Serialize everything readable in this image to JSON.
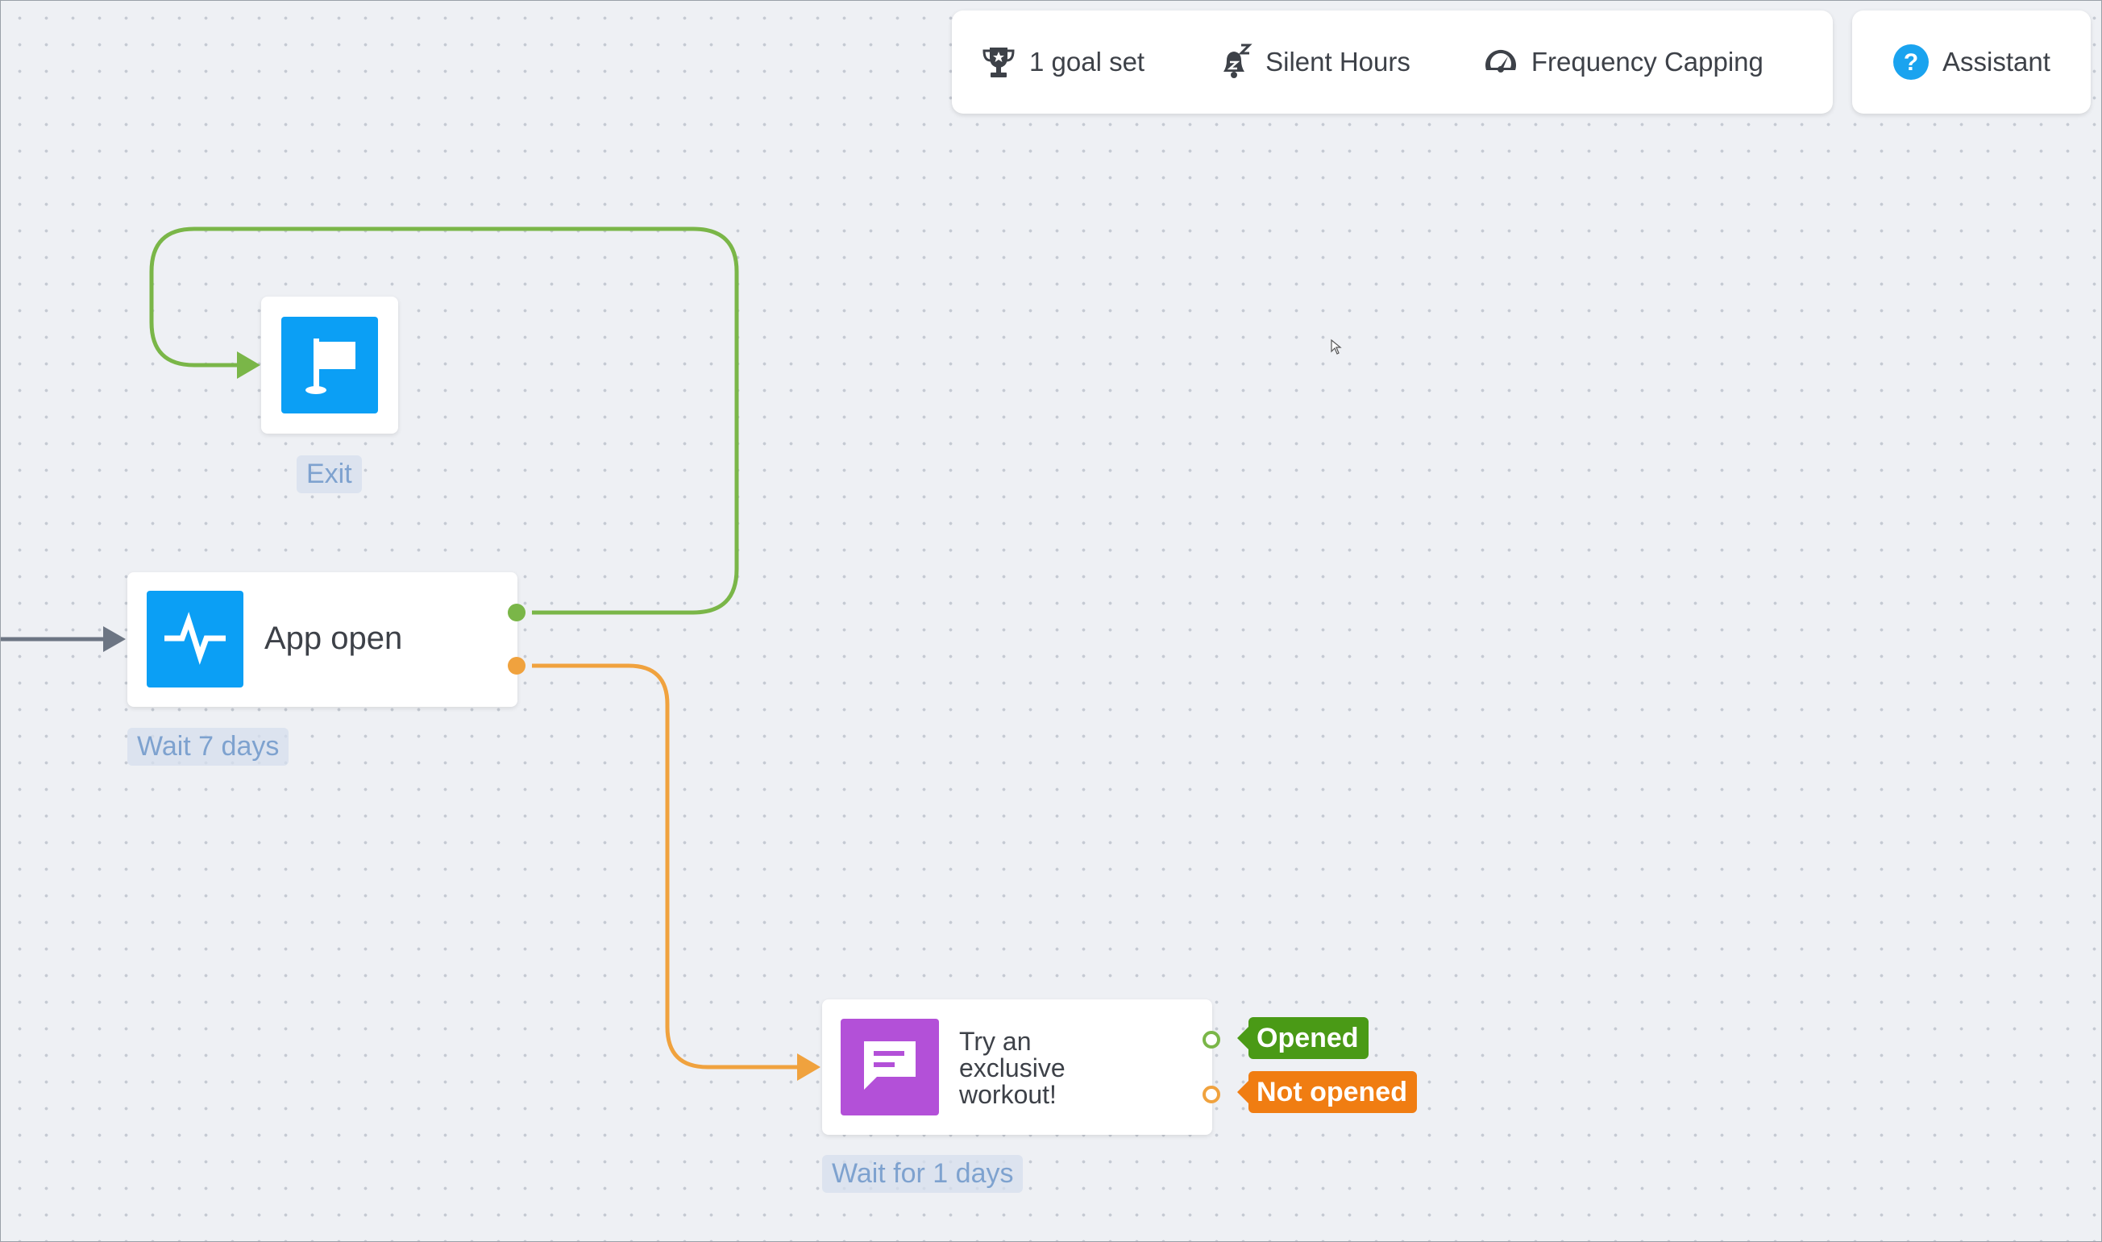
{
  "colors": {
    "canvas": "#eef0f4",
    "green_branch": "#7ab648",
    "orange_branch": "#f0a23e",
    "entry_line": "#6c7583",
    "blue_tile": "#0b9ff5",
    "purple_tile": "#b350d8",
    "opened_tag": "#4a9a16",
    "not_opened_tag": "#f07d12"
  },
  "toolbar": {
    "goal": {
      "label": "1 goal set",
      "icon": "trophy-icon"
    },
    "silent_hours": {
      "label": "Silent Hours",
      "icon": "sleep-bell-icon"
    },
    "frequency_capping": {
      "label": "Frequency Capping",
      "icon": "speedometer-icon"
    }
  },
  "assistant": {
    "label": "Assistant",
    "icon": "help-circle-icon"
  },
  "nodes": {
    "exit": {
      "caption": "Exit",
      "icon": "flag-icon"
    },
    "app_open": {
      "label": "App open",
      "caption": "Wait 7 days",
      "icon": "activity-icon"
    },
    "message": {
      "line1": "Try an",
      "line2": "exclusive",
      "line3": "workout!",
      "caption": "Wait for 1 days",
      "icon": "message-icon",
      "outcomes": {
        "opened": "Opened",
        "not_opened": "Not opened"
      }
    }
  }
}
